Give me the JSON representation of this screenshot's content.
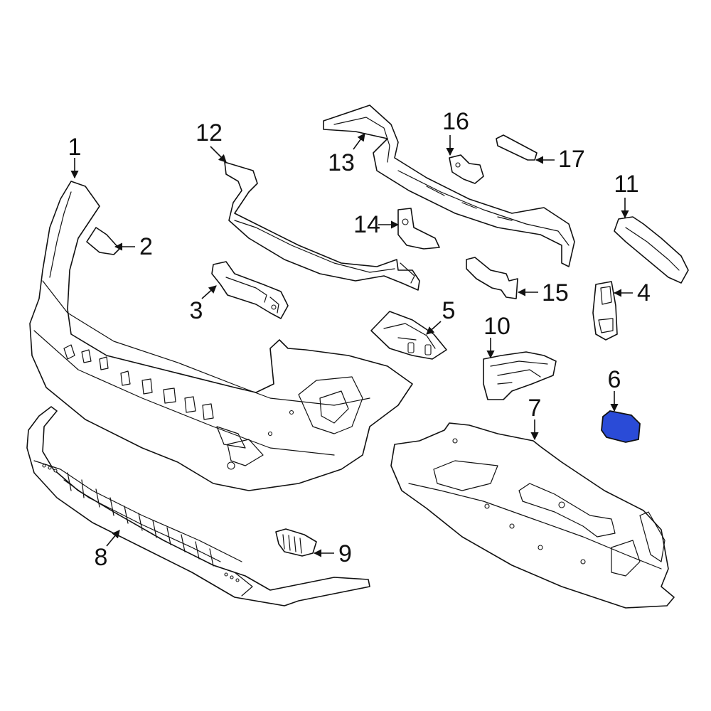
{
  "diagram": {
    "highlight_color": "#2a4bd7",
    "highlighted_part": "6",
    "callouts": [
      {
        "id": "1",
        "label": "1"
      },
      {
        "id": "2",
        "label": "2"
      },
      {
        "id": "3",
        "label": "3"
      },
      {
        "id": "4",
        "label": "4"
      },
      {
        "id": "5",
        "label": "5"
      },
      {
        "id": "6",
        "label": "6"
      },
      {
        "id": "7",
        "label": "7"
      },
      {
        "id": "8",
        "label": "8"
      },
      {
        "id": "9",
        "label": "9"
      },
      {
        "id": "10",
        "label": "10"
      },
      {
        "id": "11",
        "label": "11"
      },
      {
        "id": "12",
        "label": "12"
      },
      {
        "id": "13",
        "label": "13"
      },
      {
        "id": "14",
        "label": "14"
      },
      {
        "id": "15",
        "label": "15"
      },
      {
        "id": "16",
        "label": "16"
      },
      {
        "id": "17",
        "label": "17"
      }
    ]
  }
}
